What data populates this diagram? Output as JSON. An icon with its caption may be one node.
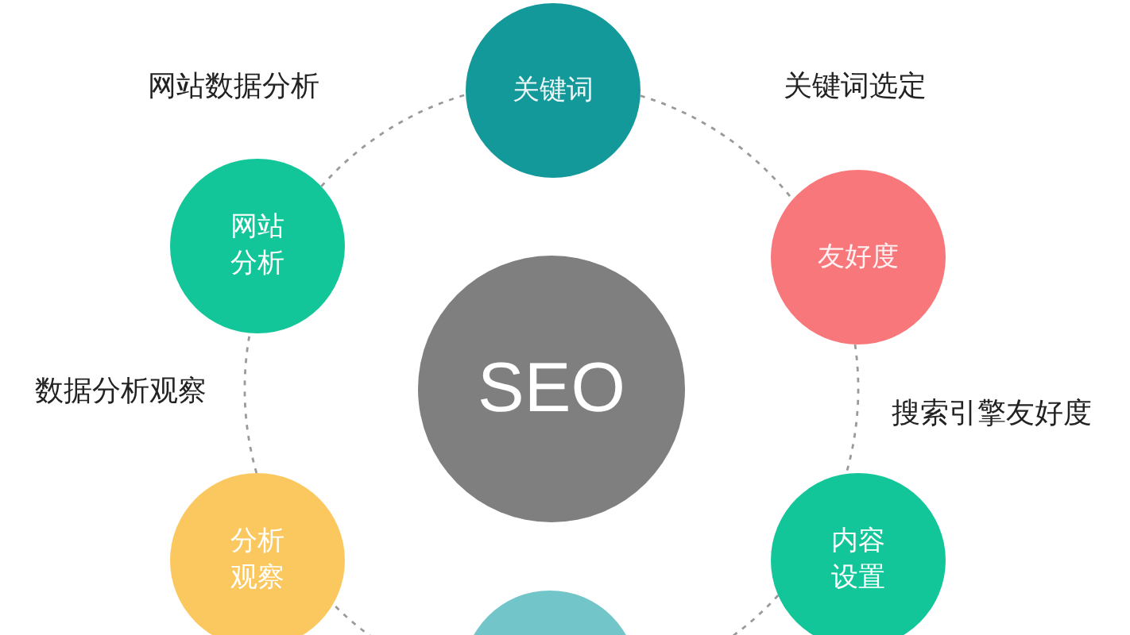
{
  "diagram": {
    "nodes": [
      {
        "text": [
          "关键词"
        ]
      },
      {
        "text": [
          "网站分析"
        ]
      },
      {
        "text": [
          "友好度"
        ]
      },
      {
        "text": [
          "SEO"
        ]
      },
      {
        "text": [
          "分析观察"
        ]
      },
      {
        "text": [
          "内容设置"
        ]
      },
      {
        "text": [],
        "shape": "circle"
      }
    ],
    "edges": [
      {
        "from": 0,
        "to": 2,
        "arrow": "none",
        "style": "dashed"
      },
      {
        "from": 2,
        "to": 5,
        "arrow": "none",
        "style": "dashed"
      },
      {
        "from": 5,
        "to": 6,
        "arrow": "none",
        "style": "dashed"
      },
      {
        "from": 6,
        "to": 4,
        "arrow": "none",
        "style": "dashed"
      },
      {
        "from": 4,
        "to": 1,
        "arrow": "none",
        "style": "dashed"
      },
      {
        "from": 1,
        "to": 0,
        "arrow": "none",
        "style": "dashed"
      }
    ],
    "labels": [
      "网站数据分析",
      "关键词选定",
      "数据分析观察",
      "搜索引擎友好度"
    ]
  }
}
